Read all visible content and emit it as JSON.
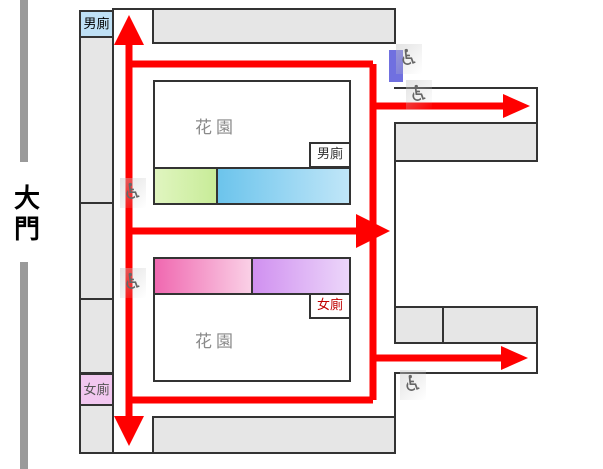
{
  "gate": {
    "char1": "大",
    "char2": "門"
  },
  "labels": {
    "mens_toilet_top": "男廁",
    "womens_toilet_bottom": "女廁",
    "mens_toilet_garden": "男廁",
    "womens_toilet_garden": "女廁"
  },
  "gardens": {
    "upper": "花園",
    "lower": "花園"
  },
  "colors": {
    "arrow": "#ff0000",
    "mens_label_bg": "#bfe0f5",
    "womens_label_bg": "#f2c8f0",
    "accessible_blue": "#7070e0"
  },
  "icons": [
    "wheelchair-icon"
  ]
}
